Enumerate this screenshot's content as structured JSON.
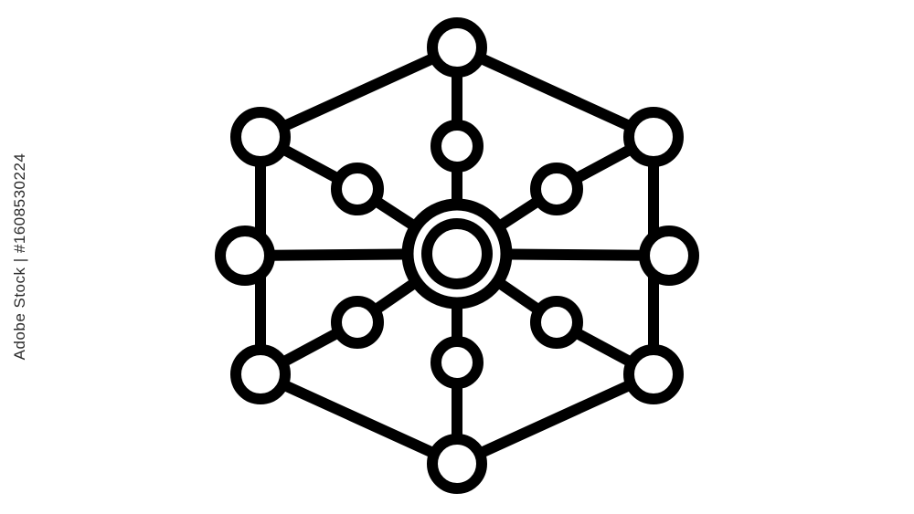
{
  "side_text": "Adobe Stock | #1608530224",
  "colors": {
    "stroke": "#000000",
    "fill": "#ffffff",
    "background": "#ffffff"
  },
  "diagram": {
    "name": "network-hub-icon",
    "nodes": [
      {
        "id": "center",
        "role": "hub"
      },
      {
        "id": "top",
        "role": "outer"
      },
      {
        "id": "upper-right",
        "role": "outer"
      },
      {
        "id": "right",
        "role": "outer"
      },
      {
        "id": "lower-right",
        "role": "outer"
      },
      {
        "id": "bottom",
        "role": "outer"
      },
      {
        "id": "lower-left",
        "role": "outer"
      },
      {
        "id": "left",
        "role": "outer"
      },
      {
        "id": "upper-left",
        "role": "outer"
      },
      {
        "id": "inner-top",
        "role": "inner"
      },
      {
        "id": "inner-upper-right",
        "role": "inner"
      },
      {
        "id": "inner-lower-right",
        "role": "inner"
      },
      {
        "id": "inner-bottom",
        "role": "inner"
      },
      {
        "id": "inner-lower-left",
        "role": "inner"
      },
      {
        "id": "inner-upper-left",
        "role": "inner"
      }
    ],
    "edges": [
      [
        "top",
        "upper-right"
      ],
      [
        "upper-right",
        "lower-right"
      ],
      [
        "lower-right",
        "bottom"
      ],
      [
        "bottom",
        "lower-left"
      ],
      [
        "lower-left",
        "upper-left"
      ],
      [
        "upper-left",
        "top"
      ],
      [
        "center",
        "left"
      ],
      [
        "center",
        "right"
      ],
      [
        "center",
        "inner-top"
      ],
      [
        "inner-top",
        "top"
      ],
      [
        "center",
        "inner-bottom"
      ],
      [
        "inner-bottom",
        "bottom"
      ],
      [
        "center",
        "inner-upper-right"
      ],
      [
        "inner-upper-right",
        "upper-right"
      ],
      [
        "center",
        "inner-lower-right"
      ],
      [
        "inner-lower-right",
        "lower-right"
      ],
      [
        "center",
        "inner-upper-left"
      ],
      [
        "inner-upper-left",
        "upper-left"
      ],
      [
        "center",
        "inner-lower-left"
      ],
      [
        "inner-lower-left",
        "lower-left"
      ]
    ]
  }
}
